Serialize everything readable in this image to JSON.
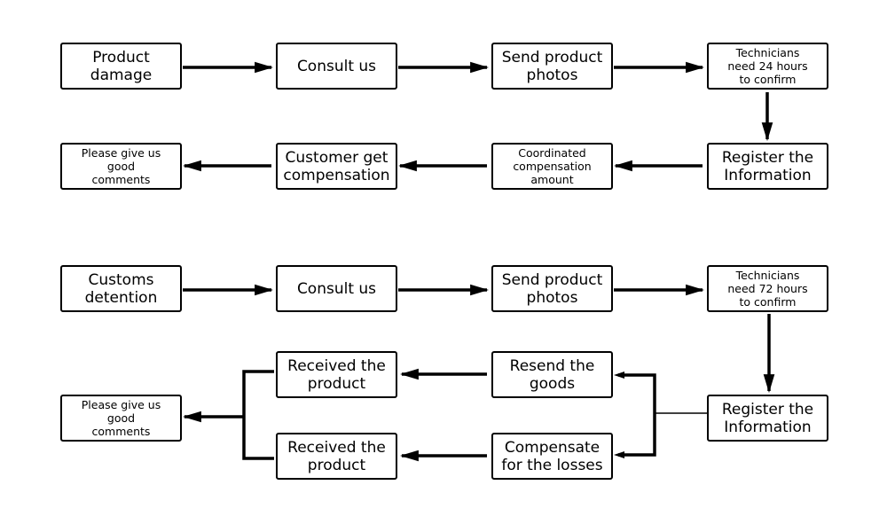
{
  "flow_damage": {
    "product_damage": "Product\ndamage",
    "consult_us": "Consult us",
    "send_photos": "Send product\nphotos",
    "technicians": "Technicians\nneed 24 hours\nto confirm",
    "register": "Register the\nInformation",
    "coordinated": "Coordinated\ncompensation\namount",
    "customer_comp": "Customer get\ncompensation",
    "good_comments": "Please give us\ngood\ncomments"
  },
  "flow_customs": {
    "customs_detention": "Customs\ndetention",
    "consult_us": "Consult us",
    "send_photos": "Send product\nphotos",
    "technicians": "Technicians\nneed 72 hours\nto confirm",
    "register": "Register the\nInformation",
    "resend_goods": "Resend the\ngoods",
    "compensate_losses": "Compensate\nfor the losses",
    "received_top": "Received the\nproduct",
    "received_bottom": "Received the\nproduct",
    "good_comments": "Please give us\ngood\ncomments"
  }
}
